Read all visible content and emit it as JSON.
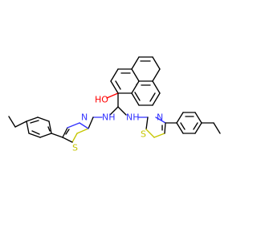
{
  "structure": {
    "atom_labels": {
      "oh": "HO",
      "nh_left": "NH",
      "nh_right": "NH",
      "n_left": "N",
      "n_right": "N",
      "s_left": "S",
      "s_right": "S"
    },
    "colors": {
      "bond": "#000000",
      "nitrogen": "#3333ff",
      "oxygen": "#ff0000",
      "sulfur": "#c6c600"
    }
  }
}
